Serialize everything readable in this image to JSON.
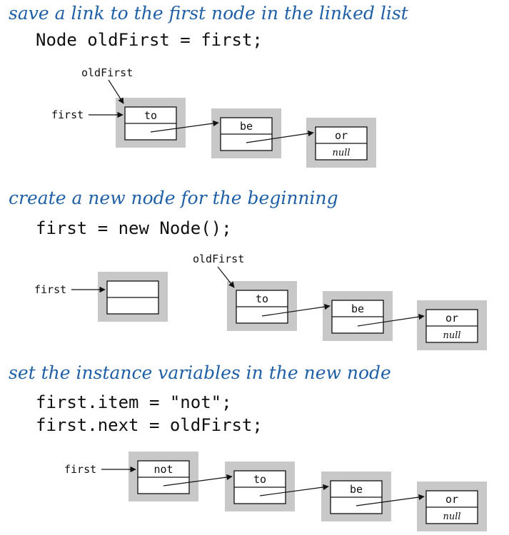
{
  "steps": [
    {
      "heading": "save a link to the first node in the linked list",
      "code": [
        "Node oldFirst = first;"
      ]
    },
    {
      "heading": "create a new node for the beginning",
      "code": [
        "first = new Node();"
      ]
    },
    {
      "heading": "set the instance variables in the new node",
      "code": [
        "first.item = \"not\";",
        "first.next = oldFirst;"
      ]
    }
  ],
  "labels": {
    "first": "first",
    "oldFirst": "oldFirst",
    "null": "null"
  },
  "nodes": {
    "step1": [
      "to",
      "be",
      "or"
    ],
    "step2": [
      "",
      "to",
      "be",
      "or"
    ],
    "step3": [
      "not",
      "to",
      "be",
      "or"
    ]
  },
  "colors": {
    "heading": "#1f5fa6",
    "node_shadow": "#c8c8c8",
    "stroke": "#111111"
  }
}
